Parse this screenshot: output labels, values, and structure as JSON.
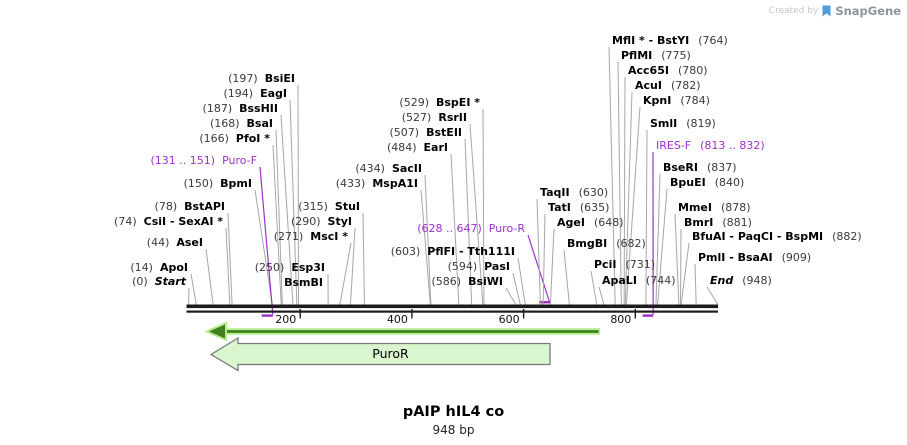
{
  "watermark": {
    "created_by": "Created by",
    "brand": "SnapGene"
  },
  "colors": {
    "primer_purple": "#9b32c8",
    "connector_grey": "#a6a6a6",
    "ruler_black": "#1c1c1c",
    "feature_fill": "#d9f6cf",
    "feature_border": "#7a7a7a",
    "arrow_dark_green": "#41801c",
    "arrow_light_green": "#b5ee90",
    "brand_blue": "#4da0dd"
  },
  "chart_data": {
    "type": "linear-restriction-map",
    "title": "pAIP hIL4 co",
    "length_label": "948 bp",
    "length_bp": 948,
    "axis_ticks": [
      200,
      400,
      600,
      800
    ],
    "features": [
      {
        "label": "PuroR",
        "direction": "left"
      }
    ],
    "sites": [
      {
        "num": "(0)",
        "name": "Start",
        "bp": 0,
        "type": "terminus"
      },
      {
        "num": "(14)",
        "name": "ApoI",
        "bp": 14,
        "type": "enzyme"
      },
      {
        "num": "(44)",
        "name": "AseI",
        "bp": 44,
        "type": "enzyme"
      },
      {
        "num": "(74)",
        "name": "CsiI - SexAI *",
        "bp": 74,
        "type": "enzyme"
      },
      {
        "num": "(78)",
        "name": "BstAPI",
        "bp": 78,
        "type": "enzyme"
      },
      {
        "num": "(150)",
        "name": "BpmI",
        "bp": 150,
        "type": "enzyme"
      },
      {
        "num": "(131 .. 151)",
        "name": "Puro-F",
        "bp": 151,
        "bp_start": 131,
        "bp_end": 151,
        "type": "primer"
      },
      {
        "num": "(166)",
        "name": "PfoI *",
        "bp": 166,
        "type": "enzyme"
      },
      {
        "num": "(168)",
        "name": "BsaI",
        "bp": 168,
        "type": "enzyme"
      },
      {
        "num": "(187)",
        "name": "BssHII",
        "bp": 187,
        "type": "enzyme"
      },
      {
        "num": "(194)",
        "name": "EagI",
        "bp": 194,
        "type": "enzyme"
      },
      {
        "num": "(197)",
        "name": "BsiEI",
        "bp": 197,
        "type": "enzyme"
      },
      {
        "num": "(250)",
        "name": "Esp3I",
        "bp": 250,
        "type": "enzyme"
      },
      {
        "num": "",
        "name": "BsmBI",
        "bp": 250,
        "type": "enzyme"
      },
      {
        "num": "(271)",
        "name": "MscI *",
        "bp": 271,
        "type": "enzyme"
      },
      {
        "num": "(290)",
        "name": "StyI",
        "bp": 290,
        "type": "enzyme"
      },
      {
        "num": "(315)",
        "name": "StuI",
        "bp": 315,
        "type": "enzyme"
      },
      {
        "num": "(433)",
        "name": "MspA1I",
        "bp": 433,
        "type": "enzyme"
      },
      {
        "num": "(434)",
        "name": "SacII",
        "bp": 434,
        "type": "enzyme"
      },
      {
        "num": "(484)",
        "name": "EarI",
        "bp": 484,
        "type": "enzyme"
      },
      {
        "num": "(507)",
        "name": "BstEII",
        "bp": 507,
        "type": "enzyme"
      },
      {
        "num": "(527)",
        "name": "RsrII",
        "bp": 527,
        "type": "enzyme"
      },
      {
        "num": "(529)",
        "name": "BspEI *",
        "bp": 529,
        "type": "enzyme"
      },
      {
        "num": "(586)",
        "name": "BsiWI",
        "bp": 586,
        "type": "enzyme"
      },
      {
        "num": "(594)",
        "name": "PasI",
        "bp": 594,
        "type": "enzyme"
      },
      {
        "num": "(603)",
        "name": "PflFI - Tth111I",
        "bp": 603,
        "type": "enzyme"
      },
      {
        "num": "(628 .. 647)",
        "name": "Puro-R",
        "bp": 647,
        "bp_start": 628,
        "bp_end": 647,
        "type": "primer"
      },
      {
        "name": "MflI * - BstYI",
        "num": "(764)",
        "bp": 764,
        "type": "enzyme",
        "name_first": true
      },
      {
        "name": "PflMI",
        "num": "(775)",
        "bp": 775,
        "type": "enzyme",
        "name_first": true
      },
      {
        "name": "Acc65I",
        "num": "(780)",
        "bp": 780,
        "type": "enzyme",
        "name_first": true
      },
      {
        "name": "AcuI",
        "num": "(782)",
        "bp": 782,
        "type": "enzyme",
        "name_first": true
      },
      {
        "name": "KpnI",
        "num": "(784)",
        "bp": 784,
        "type": "enzyme",
        "name_first": true
      },
      {
        "name": "SmlI",
        "num": "(819)",
        "bp": 819,
        "type": "enzyme",
        "name_first": true
      },
      {
        "name": "IRES-F",
        "num": "(813 .. 832)",
        "bp": 832,
        "bp_start": 813,
        "bp_end": 832,
        "type": "primer",
        "name_first": true
      },
      {
        "name": "BseRI",
        "num": "(837)",
        "bp": 837,
        "type": "enzyme",
        "name_first": true
      },
      {
        "name": "BpuEI",
        "num": "(840)",
        "bp": 840,
        "type": "enzyme",
        "name_first": true
      },
      {
        "name": "TaqII",
        "num": "(630)",
        "bp": 630,
        "type": "enzyme",
        "name_first": true
      },
      {
        "name": "TatI",
        "num": "(635)",
        "bp": 635,
        "type": "enzyme",
        "name_first": true
      },
      {
        "name": "AgeI",
        "num": "(648)",
        "bp": 648,
        "type": "enzyme",
        "name_first": true
      },
      {
        "name": "MmeI",
        "num": "(878)",
        "bp": 878,
        "type": "enzyme",
        "name_first": true
      },
      {
        "name": "BmrI",
        "num": "(881)",
        "bp": 881,
        "type": "enzyme",
        "name_first": true
      },
      {
        "name": "BmgBI",
        "num": "(682)",
        "bp": 682,
        "type": "enzyme",
        "name_first": true
      },
      {
        "name": "BfuAI - PaqCI - BspMI",
        "num": "(882)",
        "bp": 882,
        "type": "enzyme",
        "name_first": true
      },
      {
        "name": "PciI",
        "num": "(731)",
        "bp": 731,
        "type": "enzyme",
        "name_first": true
      },
      {
        "name": "ApaLI",
        "num": "(744)",
        "bp": 744,
        "type": "enzyme",
        "name_first": true
      },
      {
        "name": "PmlI - BsaAI",
        "num": "(909)",
        "bp": 909,
        "type": "enzyme",
        "name_first": true
      },
      {
        "name": "End",
        "num": "(948)",
        "bp": 948,
        "type": "terminus",
        "name_first": true
      }
    ]
  }
}
